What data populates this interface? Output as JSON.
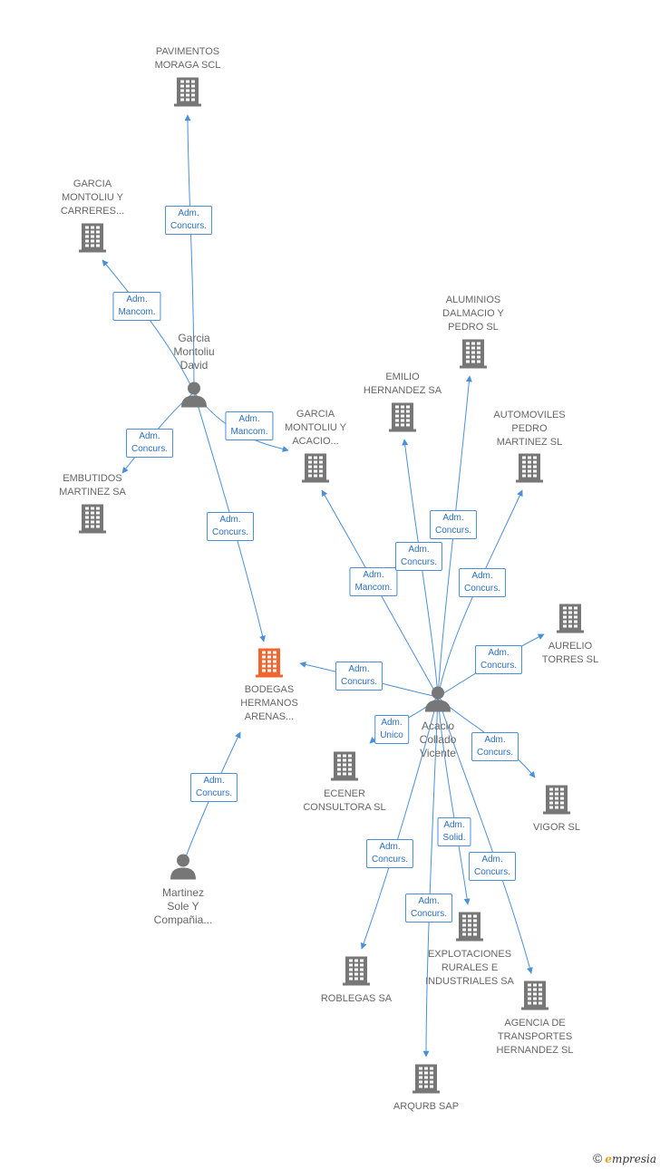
{
  "colors": {
    "edge": "#4a90d9",
    "company": "#777777",
    "focus": "#f26430",
    "person": "#777777",
    "label_text": "#2a6fbf"
  },
  "nodes": [
    {
      "id": "pavimentos",
      "type": "company",
      "lines": [
        "PAVIMENTOS",
        "MORAGA SCL"
      ]
    },
    {
      "id": "garcia_carreres",
      "type": "company",
      "lines": [
        "GARCIA",
        "MONTOLIU Y",
        "CARRERES..."
      ]
    },
    {
      "id": "garcia_david",
      "type": "person",
      "lines": [
        "Garcia",
        "Montoliu",
        "David"
      ]
    },
    {
      "id": "embutidos",
      "type": "company",
      "lines": [
        "EMBUTIDOS",
        "MARTINEZ SA"
      ]
    },
    {
      "id": "garcia_acacio",
      "type": "company",
      "lines": [
        "GARCIA",
        "MONTOLIU Y",
        "ACACIO..."
      ]
    },
    {
      "id": "emilio",
      "type": "company",
      "lines": [
        "EMILIO",
        "HERNANDEZ SA"
      ]
    },
    {
      "id": "aluminios",
      "type": "company",
      "lines": [
        "ALUMINIOS",
        "DALMACIO Y",
        "PEDRO SL"
      ]
    },
    {
      "id": "automoviles",
      "type": "company",
      "lines": [
        "AUTOMOVILES",
        "PEDRO",
        "MARTINEZ SL"
      ]
    },
    {
      "id": "aurelio",
      "type": "company",
      "lines": [
        "AURELIO",
        "TORRES SL"
      ]
    },
    {
      "id": "bodegas",
      "type": "focus",
      "lines": [
        "BODEGAS",
        "HERMANOS",
        "ARENAS..."
      ]
    },
    {
      "id": "acacio",
      "type": "person",
      "lines": [
        "Acacio",
        "Collado",
        "Vicente"
      ]
    },
    {
      "id": "ecener",
      "type": "company",
      "lines": [
        "ECENER",
        "CONSULTORA SL"
      ]
    },
    {
      "id": "vigor",
      "type": "company",
      "lines": [
        "VIGOR SL"
      ]
    },
    {
      "id": "martinez_sole",
      "type": "person",
      "lines": [
        "Martinez",
        "Sole Y",
        "Compañia..."
      ]
    },
    {
      "id": "roblegas",
      "type": "company",
      "lines": [
        "ROBLEGAS SA"
      ]
    },
    {
      "id": "explotaciones",
      "type": "company",
      "lines": [
        "EXPLOTACIONES",
        "RURALES E",
        "INDUSTRIALES SA"
      ]
    },
    {
      "id": "agencia",
      "type": "company",
      "lines": [
        "AGENCIA DE",
        "TRANSPORTES",
        "HERNANDEZ SL"
      ]
    },
    {
      "id": "arqurb",
      "type": "company",
      "lines": [
        "ARQURB SAP"
      ]
    }
  ],
  "edges": [
    {
      "from": "garcia_david",
      "to": "pavimentos",
      "label": [
        "Adm.",
        "Concurs."
      ]
    },
    {
      "from": "garcia_david",
      "to": "garcia_carreres",
      "label": [
        "Adm.",
        "Mancom."
      ]
    },
    {
      "from": "garcia_david",
      "to": "embutidos",
      "label": [
        "Adm.",
        "Concurs."
      ]
    },
    {
      "from": "garcia_david",
      "to": "garcia_acacio",
      "label": [
        "Adm.",
        "Mancom."
      ]
    },
    {
      "from": "garcia_david",
      "to": "bodegas",
      "label": [
        "Adm.",
        "Concurs."
      ]
    },
    {
      "from": "acacio",
      "to": "garcia_acacio",
      "label": [
        "Adm.",
        "Mancom."
      ]
    },
    {
      "from": "acacio",
      "to": "emilio",
      "label": [
        "Adm.",
        "Concurs."
      ]
    },
    {
      "from": "acacio",
      "to": "aluminios",
      "label": [
        "Adm.",
        "Concurs."
      ]
    },
    {
      "from": "acacio",
      "to": "automoviles",
      "label": [
        "Adm.",
        "Concurs."
      ]
    },
    {
      "from": "acacio",
      "to": "aurelio",
      "label": [
        "Adm.",
        "Concurs."
      ]
    },
    {
      "from": "acacio",
      "to": "bodegas",
      "label": [
        "Adm.",
        "Concurs."
      ]
    },
    {
      "from": "acacio",
      "to": "ecener",
      "label": [
        "Adm.",
        "Unico"
      ]
    },
    {
      "from": "acacio",
      "to": "vigor",
      "label": [
        "Adm.",
        "Concurs."
      ]
    },
    {
      "from": "acacio",
      "to": "roblegas",
      "label": [
        "Adm.",
        "Concurs."
      ]
    },
    {
      "from": "acacio",
      "to": "explotaciones",
      "label": [
        "Adm.",
        "Solid."
      ]
    },
    {
      "from": "acacio",
      "to": "agencia",
      "label": [
        "Adm.",
        "Concurs."
      ]
    },
    {
      "from": "acacio",
      "to": "arqurb",
      "label": [
        "Adm.",
        "Concurs."
      ]
    },
    {
      "from": "martinez_sole",
      "to": "bodegas",
      "label": [
        "Adm.",
        "Concurs."
      ]
    }
  ],
  "footer": {
    "copyright": "©",
    "brand_initial": "e",
    "brand_rest": "mpresia"
  }
}
